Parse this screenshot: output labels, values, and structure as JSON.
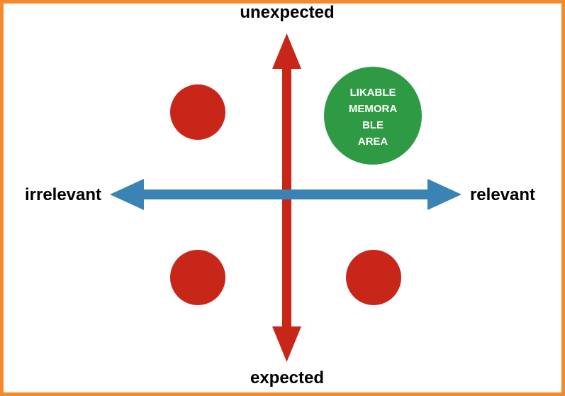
{
  "colors": {
    "frame": "#f28a2e",
    "vertical_axis": "#c9261a",
    "horizontal_axis": "#3b82b5",
    "quadrant_dot": "#c9261a",
    "highlight_zone": "#2e9a43",
    "label_text": "#000000",
    "zone_text": "#ffffff"
  },
  "axes": {
    "top_label": "unexpected",
    "bottom_label": "expected",
    "left_label": "irrelevant",
    "right_label": "relevant"
  },
  "highlight_zone": {
    "quadrant": "top-right",
    "lines": [
      "LIKABLE",
      "MEMORA",
      "BLE",
      "AREA"
    ]
  },
  "quadrant_dots": [
    {
      "quadrant": "top-left"
    },
    {
      "quadrant": "bottom-left"
    },
    {
      "quadrant": "bottom-right"
    }
  ]
}
